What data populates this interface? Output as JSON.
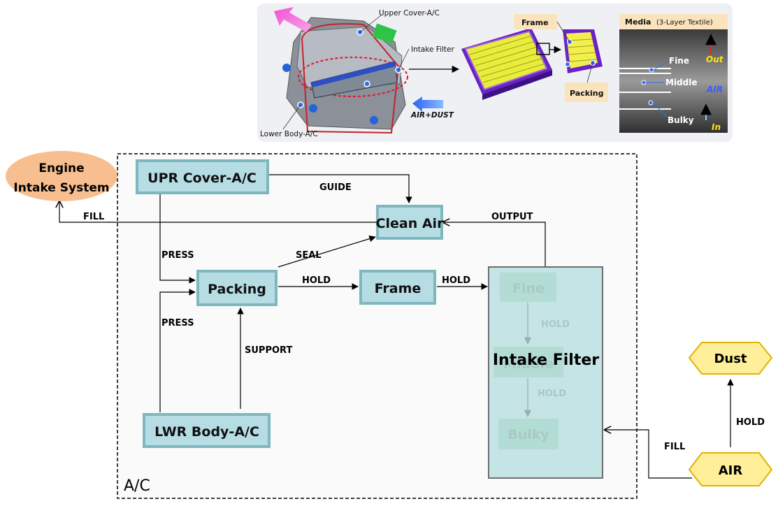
{
  "illustration": {
    "upper_cover": "Upper Cover-A/C",
    "intake_filter": "Intake Filter",
    "lower_body": "Lower Body-A/C",
    "air_dust": "AIR+DUST",
    "frame": "Frame",
    "packing": "Packing",
    "media_title": "Media",
    "media_sub": "(3-Layer Textile)",
    "fine": "Fine",
    "middle": "Middle",
    "bulky": "Bulky",
    "out": "Out",
    "air": "AIR",
    "in": "In"
  },
  "diagram": {
    "boundary_label": "A/C",
    "nodes": {
      "engine": [
        "Engine",
        "Intake System"
      ],
      "upr_cover": "UPR Cover-A/C",
      "clean_air": "Clean Air",
      "packing": "Packing",
      "frame": "Frame",
      "lwr_body": "LWR Body-A/C",
      "intake_filter": "Intake Filter",
      "fine": "Fine",
      "middle": "Middle",
      "bulky": "Bulky",
      "dust": "Dust",
      "air": "AIR"
    },
    "edges": {
      "guide": "GUIDE",
      "fill_engine": "FILL",
      "output": "OUTPUT",
      "press_top": "PRESS",
      "seal": "SEAL",
      "hold_pack_frame": "HOLD",
      "hold_frame_filter": "HOLD",
      "press_bottom": "PRESS",
      "support": "SUPPORT",
      "hold_fine_middle": "HOLD",
      "hold_middle_bulky": "HOLD",
      "hold_air_dust": "HOLD",
      "fill_air": "FILL"
    },
    "colors": {
      "box_fill": "#b5dde3",
      "box_border": "#7fb7bf",
      "filter_fill": "#c5e4e6",
      "ghost_text": "#a9c9c4",
      "engine_fill": "#f7be8f",
      "hex_fill": "#ffef9a",
      "hex_border": "#e0b400"
    }
  }
}
